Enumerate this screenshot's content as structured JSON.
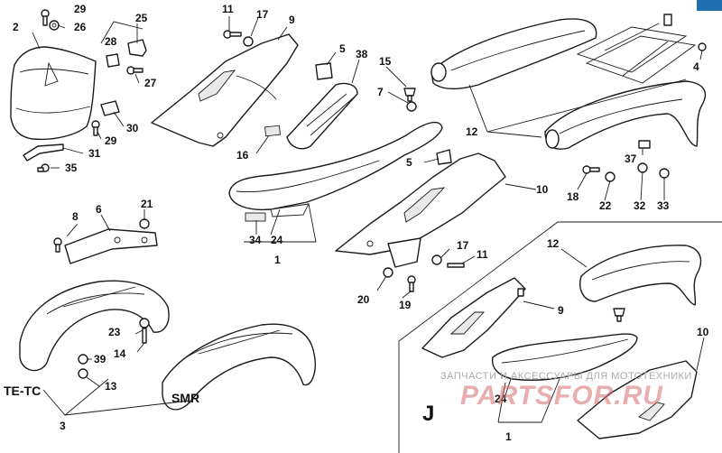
{
  "labels": {
    "l29a": "29",
    "l26": "26",
    "l2": "2",
    "l25": "25",
    "l28": "28",
    "l27": "27",
    "l30": "30",
    "l29b": "29",
    "l31": "31",
    "l35": "35",
    "l11a": "11",
    "l17a": "17",
    "l9a": "9",
    "l5a": "5",
    "l38": "38",
    "l16": "16",
    "l15": "15",
    "l7": "7",
    "l12a": "12",
    "l4": "4",
    "l37": "37",
    "l18": "18",
    "l22": "22",
    "l32": "32",
    "l33": "33",
    "l5b": "5",
    "l10a": "10",
    "l34": "34",
    "l24a": "24",
    "l1a": "1",
    "l8": "8",
    "l6": "6",
    "l21": "21",
    "l23": "23",
    "l14": "14",
    "l39": "39",
    "l13": "13",
    "l3": "3",
    "l17b": "17",
    "l11b": "11",
    "l20": "20",
    "l19": "19",
    "l12b": "12",
    "l9b": "9",
    "l10b": "10",
    "l24b": "24",
    "l1b": "1"
  },
  "variants": {
    "tetc": "TE-TC",
    "smr": "SMR",
    "section": "J"
  },
  "watermark": {
    "tagline": "ЗАПЧАСТИ И АКСЕССУАРЫ ДЛЯ МОТОТЕХНИКИ",
    "logo": "PARTSFOR.RU"
  },
  "colors": {
    "line": "#1a1a1a",
    "watermark_red": "#d76b6b",
    "corner_badge": "#1f6fb0"
  }
}
